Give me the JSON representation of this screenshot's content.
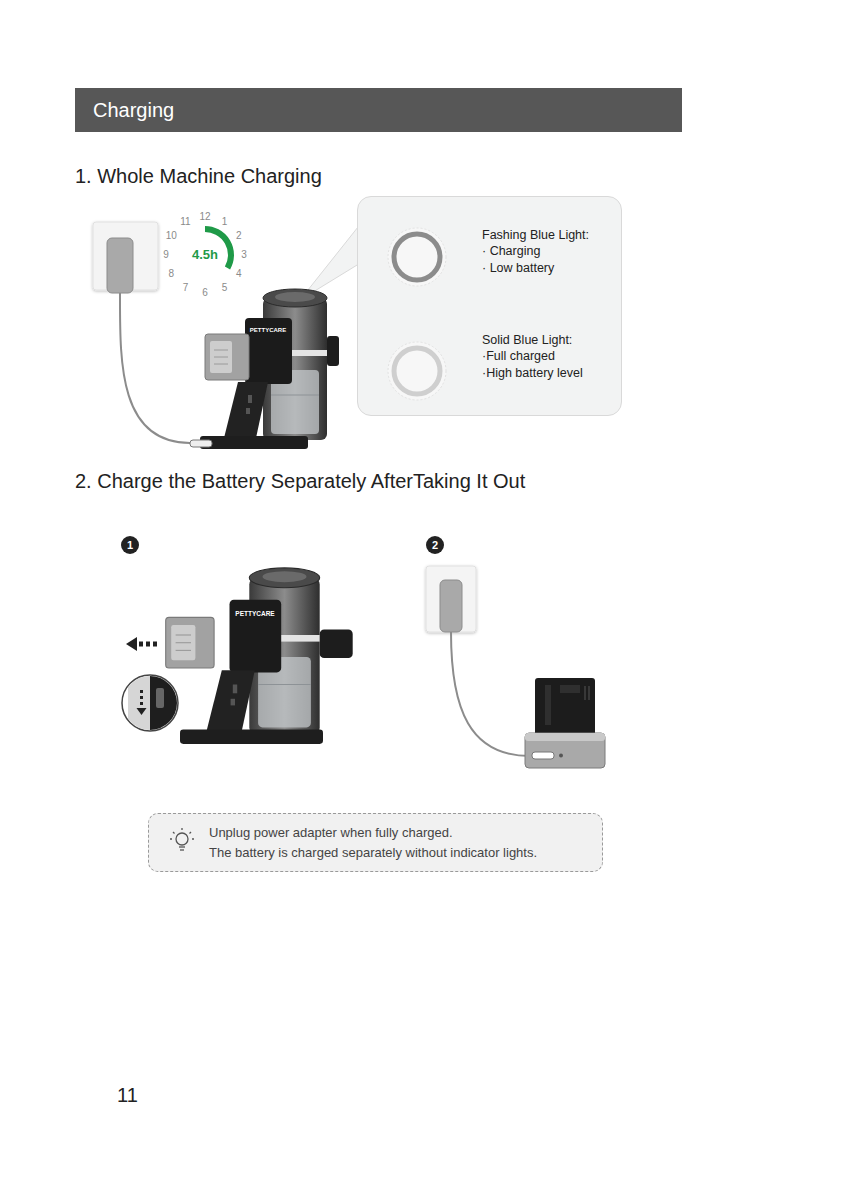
{
  "diagram": {
    "title": "Charging",
    "nodes": [
      {
        "text": [
          "Fashing Blue Light:",
          "· Charging",
          "· Low battery",
          "Solid Blue Light:",
          "·Full charged",
          "·High battery level"
        ]
      },
      {
        "text": [
          "1"
        ]
      },
      {
        "text": [
          "2"
        ]
      },
      {
        "text": [
          "Unplug power adapter when fully charged.",
          "The battery is charged separately without indicator lights."
        ]
      }
    ],
    "labels": [
      "1. Whole Machine Charging",
      "12",
      "1",
      "2",
      "3",
      "4",
      "5",
      "6",
      "7",
      "8",
      "9",
      "10",
      "11",
      "4.5h",
      "PETTYCARE",
      "2. Charge the Battery Separately AfterTaking It Out",
      "PETTYCARE",
      "11"
    ]
  }
}
